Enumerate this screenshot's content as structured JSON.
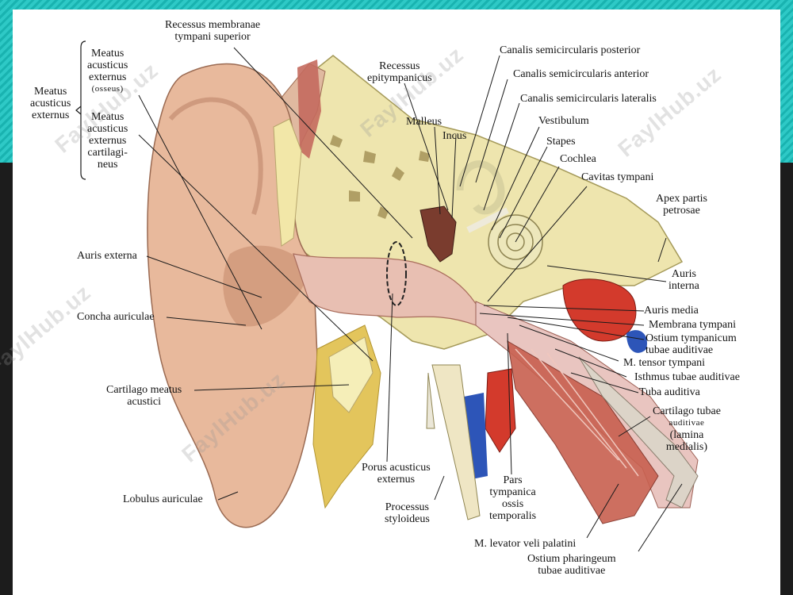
{
  "labels": {
    "meatus_osseus_l1": "Meatus",
    "meatus_osseus_l2": "acusticus",
    "meatus_osseus_l3": "externus",
    "meatus_osseus_l4": "(osseus)",
    "meatus_cart_l1": "Meatus",
    "meatus_cart_l2": "acusticus",
    "meatus_cart_l3": "externus",
    "meatus_cart_l4": "cartilagi-",
    "meatus_cart_l5": "neus",
    "meatus_ext_l1": "Meatus",
    "meatus_ext_l2": "acusticus",
    "meatus_ext_l3": "externus",
    "recessus_membranae_l1": "Recessus membranae",
    "recessus_membranae_l2": "tympani superior",
    "recessus_epi_l1": "Recessus",
    "recessus_epi_l2": "epitympanicus",
    "malleus": "Malleus",
    "incus": "Incus",
    "canalis_posterior": "Canalis semicircularis posterior",
    "canalis_anterior": "Canalis semicircularis anterior",
    "canalis_lateralis": "Canalis semicircularis lateralis",
    "vestibulum": "Vestibulum",
    "stapes": "Stapes",
    "cochlea": "Cochlea",
    "cavitas_tympani": "Cavitas tympani",
    "apex_l1": "Apex partis",
    "apex_l2": "petrosae",
    "auris_interna_l1": "Auris",
    "auris_interna_l2": "interna",
    "auris_media": "Auris media",
    "membrana_tympani": "Membrana tympani",
    "ostium_tympanicum_l1": "Ostium tympanicum",
    "ostium_tympanicum_l2": "tubae auditivae",
    "m_tensor": "M. tensor tympani",
    "isthmus": "Isthmus tubae auditivae",
    "tuba_auditiva": "Tuba auditiva",
    "cartilago_tubae_l1": "Cartilago tubae",
    "cartilago_tubae_l2": "auditivae",
    "cartilago_tubae_l3": "(lamina",
    "cartilago_tubae_l4": "medialis)",
    "auris_externa": "Auris externa",
    "concha": "Concha auriculae",
    "cartilago_meatus_l1": "Cartilago meatus",
    "cartilago_meatus_l2": "acustici",
    "lobulus": "Lobulus auriculae",
    "porus_l1": "Porus acusticus",
    "porus_l2": "externus",
    "processus_l1": "Processus",
    "processus_l2": "styloideus",
    "pars_l1": "Pars",
    "pars_l2": "tympanica",
    "pars_l3": "ossis",
    "pars_l4": "temporalis",
    "m_levator": "M. levator veli palatini",
    "ostium_pharyngeum_l1": "Ostium pharingeum",
    "ostium_pharyngeum_l2": "tubae auditivae"
  },
  "watermark": "FaylHub.uz",
  "colors": {
    "teal": "#1fb8b5",
    "skin": "#e6b79c",
    "bone": "#efe6b0",
    "muscle": "#c85a4c",
    "artery": "#d33a2c",
    "vein": "#2d55b8",
    "fat": "#e2c45a"
  }
}
